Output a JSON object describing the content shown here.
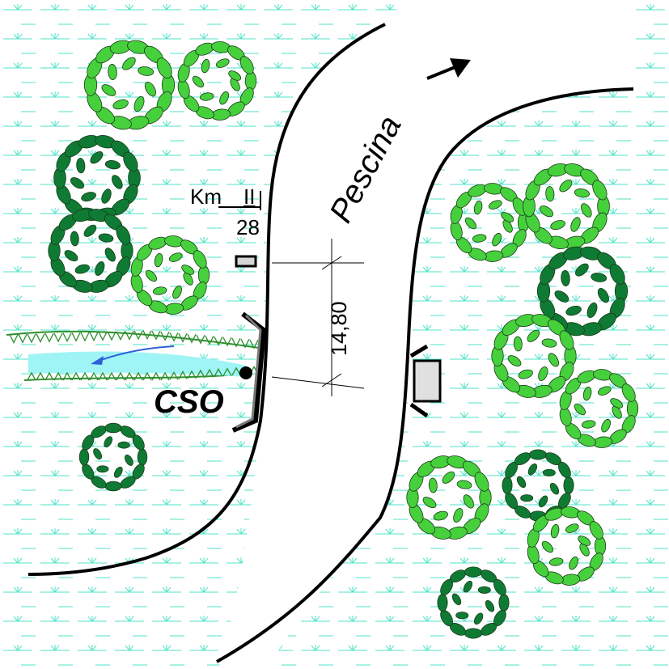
{
  "river": {
    "name": "Pescina",
    "width_label": "14,80"
  },
  "kilometer": {
    "prefix": "Km",
    "roman": "II",
    "value": "28"
  },
  "outfall": {
    "label": "CSO"
  },
  "colors": {
    "background": "#ffffff",
    "bank_line": "#000000",
    "grass_mark": "#4fe3c8",
    "tree_light": "#46d03c",
    "tree_dark": "#0f7a33",
    "tree_outline": "#1a3a1a",
    "channel_water": "#9ff4f6",
    "channel_vegetation": "#2f8f2f",
    "flow_arrow": "#3060d8",
    "structure_fill": "#d6d6d6",
    "wall_fill": "#7a7a7a"
  },
  "icons": {
    "flow_direction": "arrow-right-up-icon",
    "tree": "tree-canopy-icon",
    "grass": "grass-tuft-icon"
  }
}
